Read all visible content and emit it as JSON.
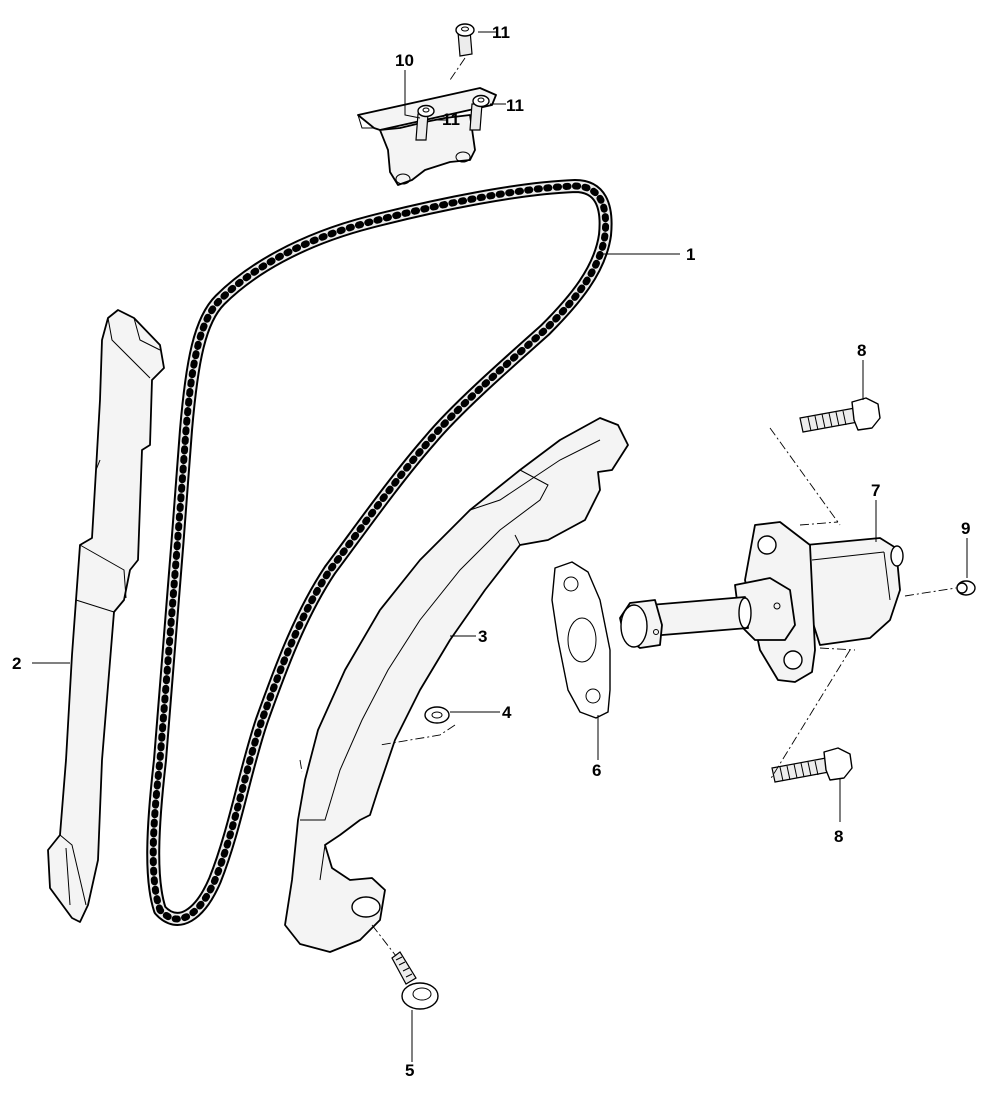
{
  "diagram": {
    "callouts": [
      {
        "label": "1",
        "part": "timing-chain"
      },
      {
        "label": "2",
        "part": "chain-guide-rail"
      },
      {
        "label": "3",
        "part": "chain-tensioner-rail"
      },
      {
        "label": "4",
        "part": "washer"
      },
      {
        "label": "5",
        "part": "pivot-bolt"
      },
      {
        "label": "6",
        "part": "gasket"
      },
      {
        "label": "7",
        "part": "chain-tensioner"
      },
      {
        "label": "8",
        "part": "tensioner-bolt-upper"
      },
      {
        "label": "8",
        "part": "tensioner-bolt-lower"
      },
      {
        "label": "9",
        "part": "plug-screw"
      },
      {
        "label": "10",
        "part": "guide-bracket"
      },
      {
        "label": "11",
        "part": "screw-top"
      },
      {
        "label": "11",
        "part": "screw-right"
      },
      {
        "label": "11",
        "part": "screw-left"
      }
    ]
  }
}
